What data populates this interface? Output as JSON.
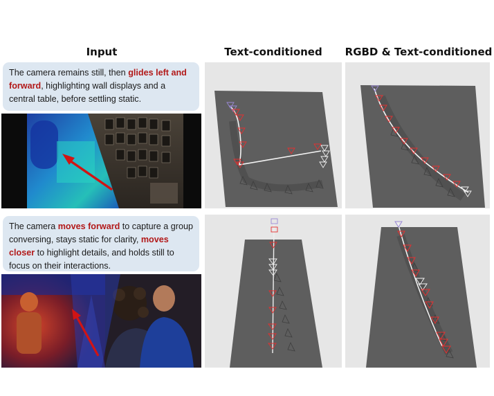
{
  "headers": {
    "input": "Input",
    "text_conditioned": "Text-conditioned",
    "rgbd_text_conditioned": "RGBD & Text-conditioned"
  },
  "prompt1": {
    "pre": "The camera remains still, then ",
    "highlight": "glides left and forward",
    "post": ", highlighting wall displays and a central table, before settling static."
  },
  "prompt2": {
    "pre": "The camera ",
    "highlight1": "moves forward",
    "mid1": " to capture a group conversing, stays static for clarity, ",
    "highlight2": "moves closer",
    "post": " to highlight details, and holds still to focus on their interactions."
  },
  "colors": {
    "highlight_red": "#b21919",
    "prompt_bg": "#dde7f1",
    "camera_red": "#e53030",
    "camera_white": "#f2f2f2",
    "camera_purple": "#9a88d6",
    "trajectory_line": "#f5f5f5"
  },
  "icons": {
    "arrow": "red-direction-arrow",
    "camera": "camera-frustum-icon"
  }
}
